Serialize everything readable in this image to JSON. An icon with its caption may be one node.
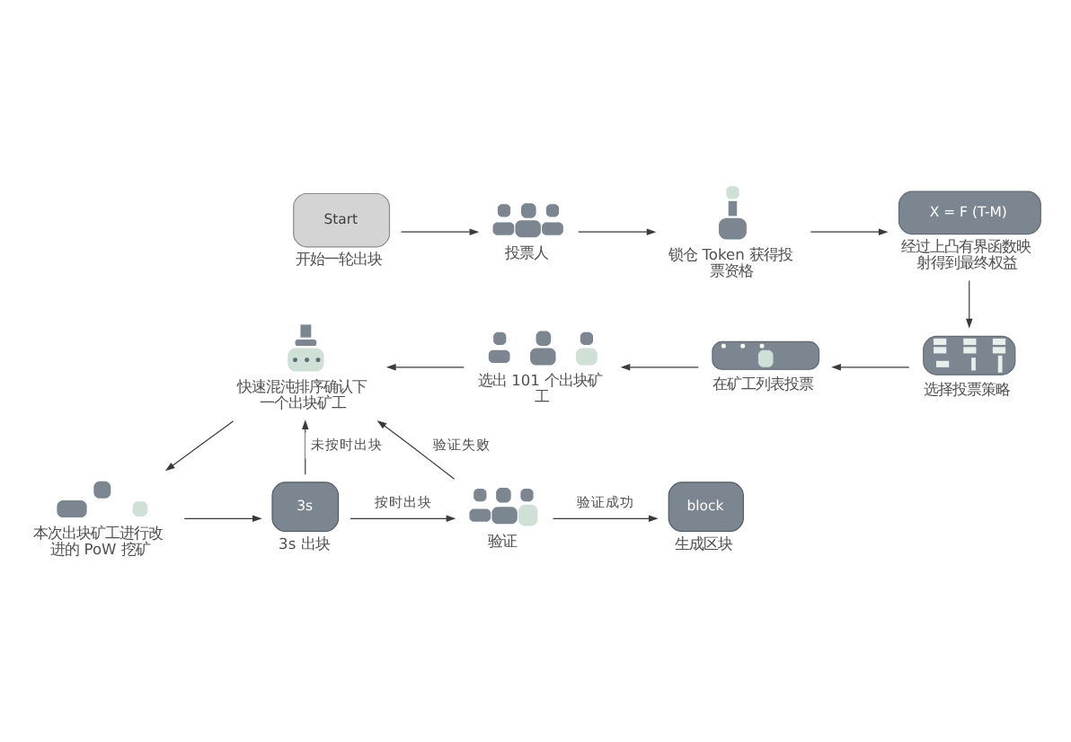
{
  "diagram": {
    "nodes": [
      {
        "text": [
          "Start"
        ],
        "beside": [
          "开始一轮出块"
        ]
      },
      {
        "text": [],
        "shape": "picture",
        "beside": [
          "投票人"
        ]
      },
      {
        "text": [],
        "shape": "picture",
        "beside": [
          "锁仓 Token 获得投票资格"
        ]
      },
      {
        "text": [
          "X = F (T-M)"
        ],
        "beside": [
          "经过上凸有界函数映射得到最终权益"
        ]
      },
      {
        "text": [],
        "shape": "picture",
        "beside": [
          "选择投票策略"
        ]
      },
      {
        "text": [],
        "shape": "picture",
        "beside": [
          "在矿工列表投票"
        ]
      },
      {
        "text": [],
        "shape": "picture",
        "beside": [
          "选出 101 个出块矿工"
        ]
      },
      {
        "text": [],
        "shape": "picture",
        "beside": [
          "快速混沌排序确认下一个出块矿工"
        ]
      },
      {
        "text": [],
        "shape": "picture",
        "beside": [
          "本次出块矿工进行改进的 PoW 挖矿"
        ]
      },
      {
        "text": [
          "3s"
        ],
        "beside": [
          "3s 出块"
        ]
      },
      {
        "text": [],
        "shape": "picture",
        "beside": [
          "验证"
        ]
      },
      {
        "text": [
          "block"
        ],
        "beside": [
          "生成区块"
        ]
      }
    ],
    "edges": [
      {
        "from": 0,
        "to": 1,
        "arrow": "to"
      },
      {
        "from": 1,
        "to": 2,
        "arrow": "to"
      },
      {
        "from": 2,
        "to": 3,
        "arrow": "to"
      },
      {
        "from": 3,
        "to": 4,
        "arrow": "to"
      },
      {
        "from": 4,
        "to": 5,
        "arrow": "to"
      },
      {
        "from": 5,
        "to": 6,
        "arrow": "to"
      },
      {
        "from": 6,
        "to": 7,
        "arrow": "to"
      },
      {
        "from": 7,
        "to": 8,
        "arrow": "to"
      },
      {
        "from": 8,
        "to": 9,
        "arrow": "to"
      },
      {
        "from": 9,
        "to": 10,
        "label": "按时出块",
        "arrow": "to"
      },
      {
        "from": 10,
        "to": 11,
        "label": "验证成功",
        "arrow": "to"
      },
      {
        "from": 9,
        "to": 7,
        "label": "未按时出块",
        "arrow": "to"
      },
      {
        "from": 10,
        "to": 7,
        "label": "验证失败",
        "arrow": "to"
      }
    ]
  }
}
